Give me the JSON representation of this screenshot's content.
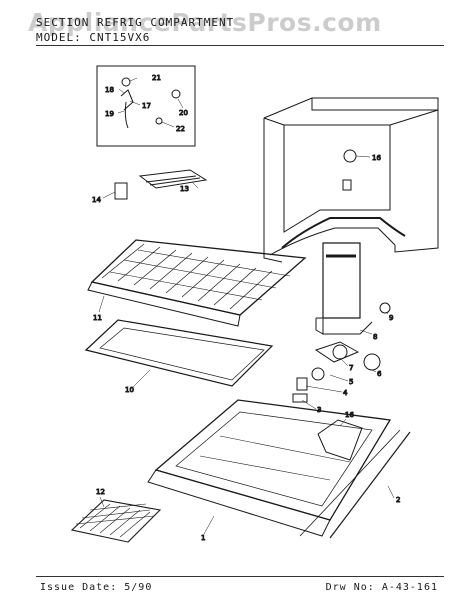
{
  "watermark": "AppliancePartsPros.com",
  "header": {
    "section_label": "SECTION",
    "section_value": "REFRIG COMPARTMENT",
    "model_label": "MODEL:",
    "model_value": "CNT15VX6"
  },
  "footer": {
    "issue_label": "Issue Date:",
    "issue_date": "5/90",
    "drawing_label": "Drw No:",
    "drawing_no": "A-43-161"
  },
  "callouts": [
    "1",
    "2",
    "3",
    "4",
    "5",
    "6",
    "7",
    "8",
    "9",
    "10",
    "11",
    "12",
    "13",
    "14",
    "16",
    "17",
    "18",
    "19",
    "20",
    "21",
    "22"
  ]
}
